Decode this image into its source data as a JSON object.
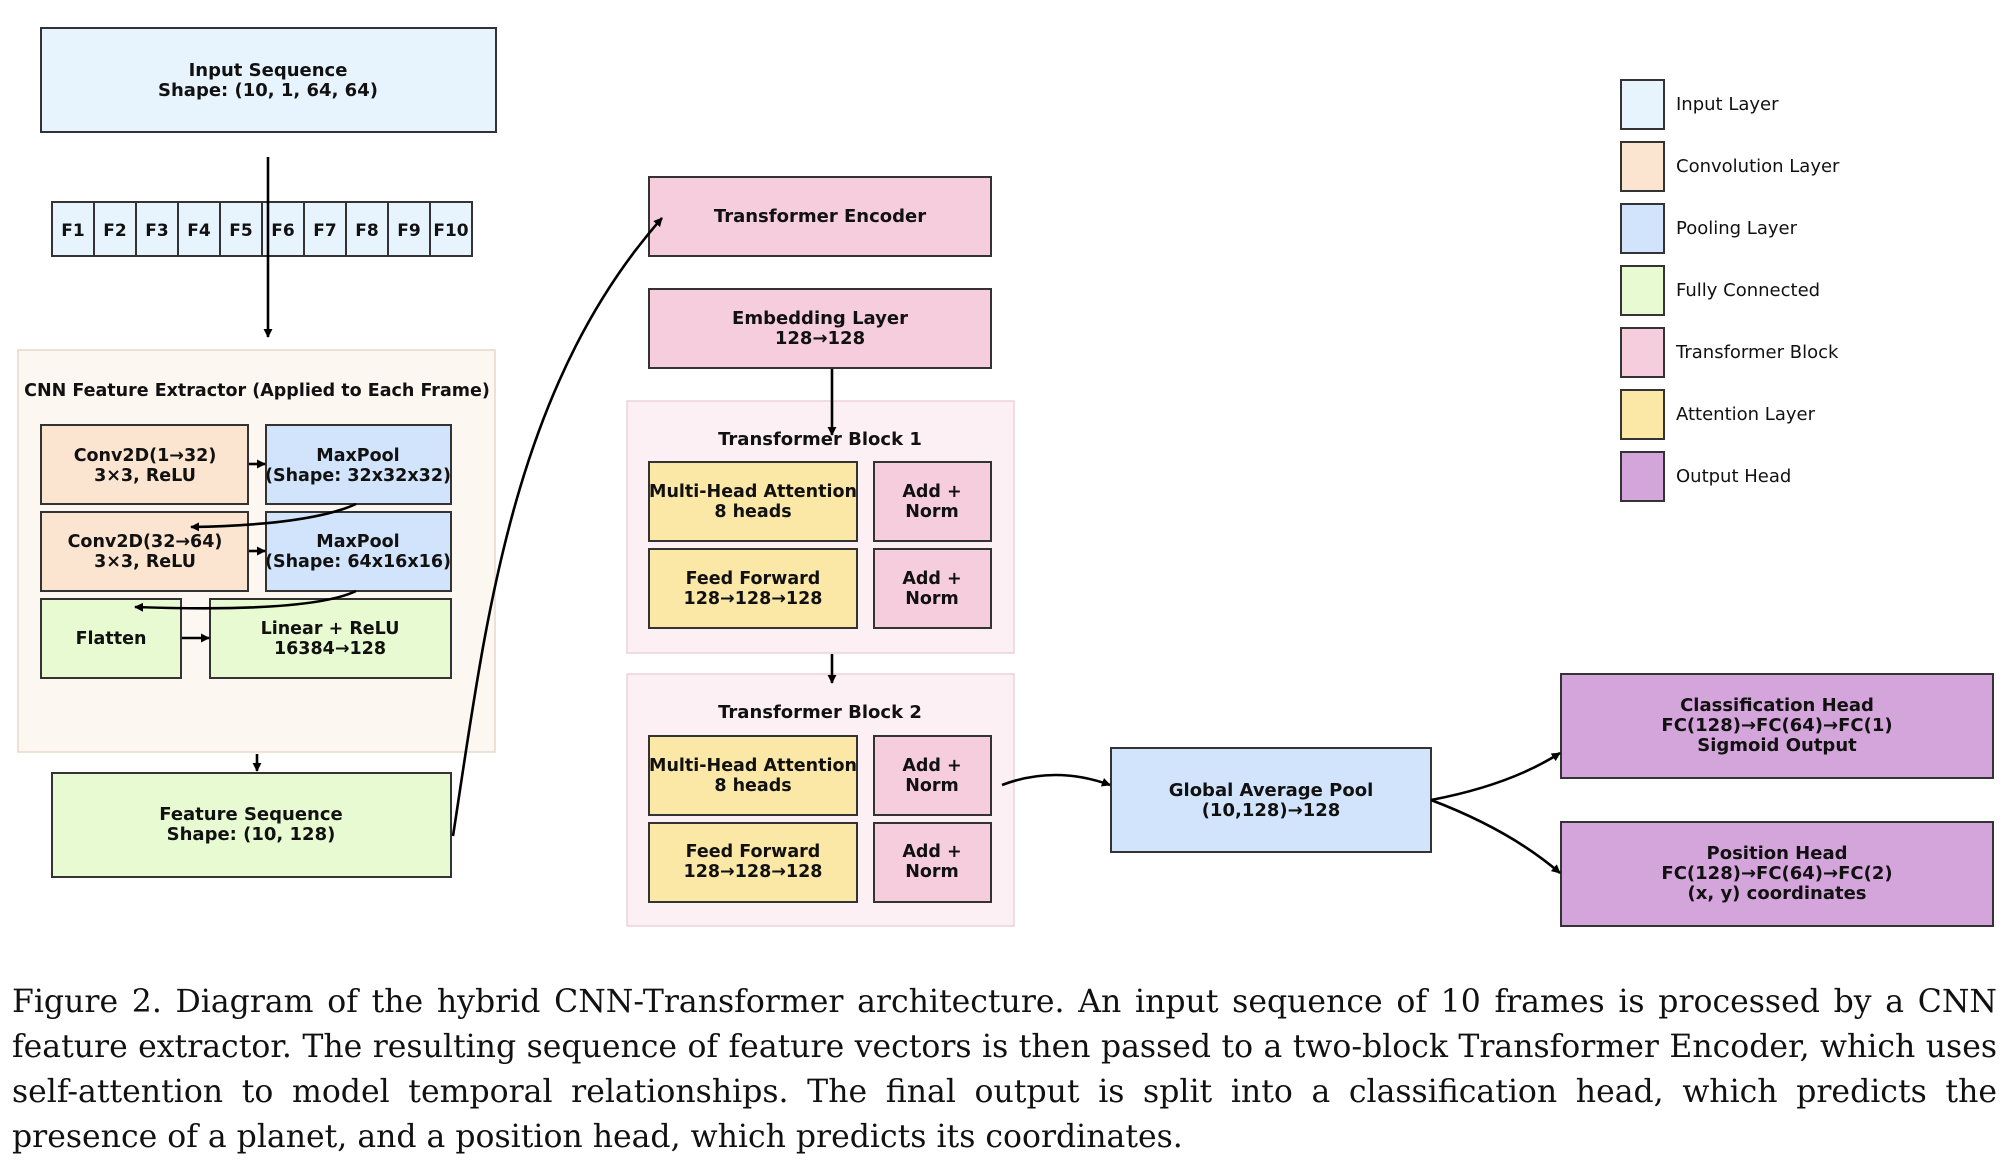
{
  "colors": {
    "input": "#e8f4fd",
    "conv": "#fbe5d0",
    "pool": "#d2e4fb",
    "fc": "#e8fad2",
    "transformer": "#f6cddc",
    "attention": "#fbe7a6",
    "output": "#d4a5da",
    "cnn_group": "#fdf7f2",
    "tblock_group": "#fdf0f4"
  },
  "input_sequence": {
    "title": "Input Sequence",
    "shape": "Shape: (10, 1, 64, 64)"
  },
  "frames": [
    "F1",
    "F2",
    "F3",
    "F4",
    "F5",
    "F6",
    "F7",
    "F8",
    "F9",
    "F10"
  ],
  "cnn": {
    "title": "CNN Feature Extractor (Applied to Each Frame)",
    "conv1": {
      "line1": "Conv2D(1→32)",
      "line2": "3×3, ReLU"
    },
    "pool1": {
      "line1": "MaxPool",
      "line2": "(Shape: 32x32x32)"
    },
    "conv2": {
      "line1": "Conv2D(32→64)",
      "line2": "3×3, ReLU"
    },
    "pool2": {
      "line1": "MaxPool",
      "line2": "(Shape: 64x16x16)"
    },
    "flatten": "Flatten",
    "linear": {
      "line1": "Linear + ReLU",
      "line2": "16384→128"
    }
  },
  "feature_sequence": {
    "title": "Feature Sequence",
    "shape": "Shape: (10, 128)"
  },
  "transformer_encoder": "Transformer Encoder",
  "embedding": {
    "line1": "Embedding Layer",
    "line2": "128→128"
  },
  "blocks": [
    {
      "title": "Transformer Block 1",
      "mha": {
        "line1": "Multi-Head Attention",
        "line2": "8 heads"
      },
      "addnorm1": {
        "line1": "Add +",
        "line2": "Norm"
      },
      "ff": {
        "line1": "Feed Forward",
        "line2": "128→128→128"
      },
      "addnorm2": {
        "line1": "Add +",
        "line2": "Norm"
      }
    },
    {
      "title": "Transformer Block 2",
      "mha": {
        "line1": "Multi-Head Attention",
        "line2": "8 heads"
      },
      "addnorm1": {
        "line1": "Add +",
        "line2": "Norm"
      },
      "ff": {
        "line1": "Feed Forward",
        "line2": "128→128→128"
      },
      "addnorm2": {
        "line1": "Add +",
        "line2": "Norm"
      }
    }
  ],
  "gap": {
    "line1": "Global Average Pool",
    "line2": "(10,128)→128"
  },
  "classification_head": {
    "line1": "Classification Head",
    "line2": "FC(128)→FC(64)→FC(1)",
    "line3": "Sigmoid Output"
  },
  "position_head": {
    "line1": "Position Head",
    "line2": "FC(128)→FC(64)→FC(2)",
    "line3": "(x, y) coordinates"
  },
  "legend": [
    {
      "label": "Input Layer",
      "color": "#e8f4fd"
    },
    {
      "label": "Convolution Layer",
      "color": "#fbe5d0"
    },
    {
      "label": "Pooling Layer",
      "color": "#d2e4fb"
    },
    {
      "label": "Fully Connected",
      "color": "#e8fad2"
    },
    {
      "label": "Transformer Block",
      "color": "#f6cddc"
    },
    {
      "label": "Attention Layer",
      "color": "#fbe7a6"
    },
    {
      "label": "Output Head",
      "color": "#d4a5da"
    }
  ],
  "caption": "Figure 2.  Diagram of the hybrid CNN-Transformer architecture. An input sequence of 10 frames is processed by a CNN feature extractor. The resulting sequence of feature vectors is then passed to a two-block Transformer Encoder, which uses self-attention to model temporal relationships. The final output is split into a classification head, which predicts the presence of a planet, and a position head, which predicts its coordinates."
}
